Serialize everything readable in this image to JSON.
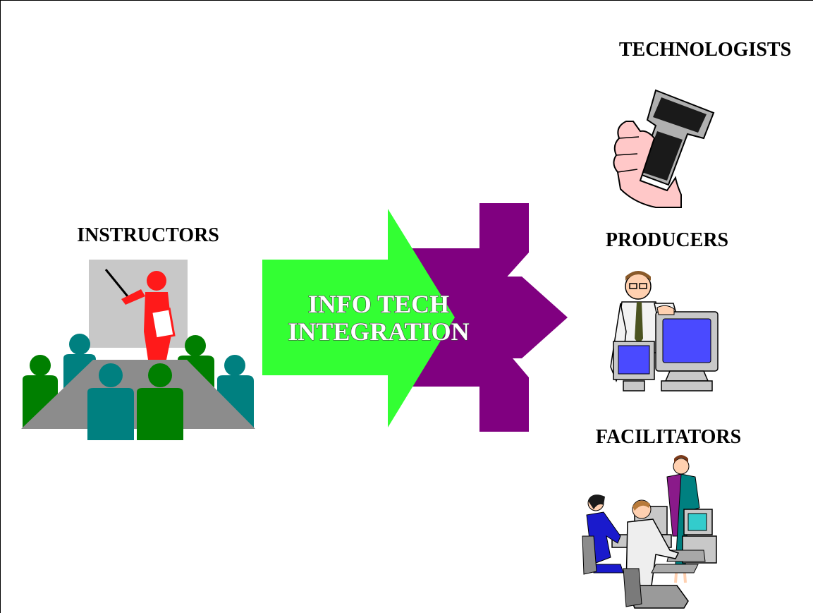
{
  "labels": {
    "instructors": "INSTRUCTORS",
    "technologists": "TECHNOLOGISTS",
    "producers": "PRODUCERS",
    "facilitators": "FACILITATORS"
  },
  "arrow": {
    "line1": "INFO TECH",
    "line2": "INTEGRATION"
  },
  "colors": {
    "green_arrow": "#33ff33",
    "purple_arrow": "#800080",
    "teal_person": "#008080",
    "green_person": "#007f00",
    "instructor_red": "#ff1a1a",
    "screen_blue": "#4a4aff"
  },
  "icons": [
    "classroom-icon",
    "handheld-device-icon",
    "producer-computer-icon",
    "facilitators-workstation-icon"
  ]
}
